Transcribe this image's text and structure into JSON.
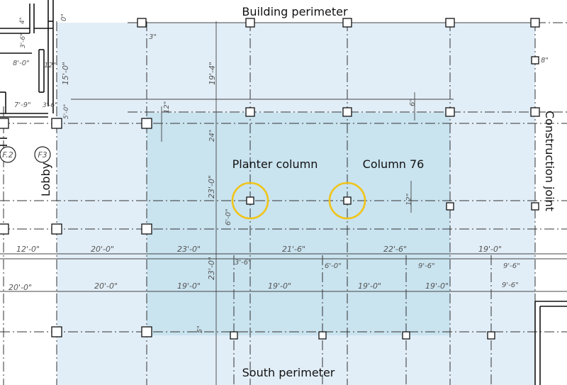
{
  "labels": {
    "north": "Building perimeter",
    "south": "South perimeter",
    "east": "Construction joint",
    "west": "Lobby",
    "planter": "Planter column",
    "column76": "Column 76"
  },
  "colors": {
    "outer_zone": "#e2eef7",
    "inner_zone": "#c9e3ef",
    "highlight_ring": "#f0c419",
    "linework": "#222222"
  },
  "dimensions": {
    "top_0": "0\"",
    "top_3": "3\"",
    "top_19_4": "19'-4\"",
    "top_15": "15'-0\"",
    "top_8": "8\"",
    "left_8": "8'-0\"",
    "left_12": "12\"",
    "left_7_9": "7'-9\"",
    "left_3_6": "3'-6\"",
    "left_3_6b": "3'-6\"",
    "left_4": "4\"",
    "left_5": "5'-0\"",
    "mid_12": "12\"",
    "mid_24": "24\"",
    "mid_6": "6\"",
    "mid_23_v": "23'-0\"",
    "mid_6_v": "6'-0\"",
    "mid_12_v": "12\"",
    "row1_12": "12'-0\"",
    "row1_20": "20'-0\"",
    "row1_23": "23'-0\"",
    "row1_21_6": "21'-6\"",
    "row1_22_6": "22'-6\"",
    "row1_19": "19'-0\"",
    "row2_3_6": "3'-6\"",
    "row2_6": "6'-0\"",
    "row2_9_6": "9'-6\"",
    "row2_9_6b": "9'-6\"",
    "row3_20": "20'-0\"",
    "row3_20b": "20'-0\"",
    "row3_19": "19'-0\"",
    "row3_19b": "19'-0\"",
    "row3_19c": "19'-0\"",
    "row3_19d": "19'-0\"",
    "row3_9_6": "9'-6\"",
    "row3_23": "23'-0\"",
    "bottom_5": "5\"",
    "F2": "F.2",
    "F3": "F3"
  }
}
